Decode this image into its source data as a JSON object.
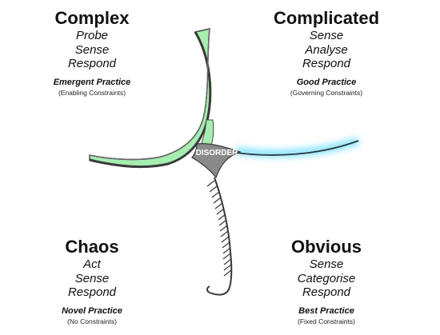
{
  "quadrants": {
    "complex": {
      "title": "Complex",
      "steps": [
        "Probe",
        "Sense",
        "Respond"
      ],
      "practice": "Emergent Practice",
      "constraint": "(Enabling Constraints)"
    },
    "complicated": {
      "title": "Complicated",
      "steps": [
        "Sense",
        "Analyse",
        "Respond"
      ],
      "practice": "Good Practice",
      "constraint": "(Governing Constraints)"
    },
    "chaos": {
      "title": "Chaos",
      "steps": [
        "Act",
        "Sense",
        "Respond"
      ],
      "practice": "Novel Practice",
      "constraint": "(No Constraints)"
    },
    "obvious": {
      "title": "Obvious",
      "steps": [
        "Sense",
        "Categorise",
        "Respond"
      ],
      "practice": "Best Practice",
      "constraint": "(Fixed Constraints)"
    }
  },
  "center": {
    "label": "DISORDER"
  },
  "colors": {
    "complex_fill": "#a6eeb0",
    "disorder_fill": "#8a8a8a",
    "stroke": "#4a4a4a",
    "glow": "#5fd9ff"
  }
}
